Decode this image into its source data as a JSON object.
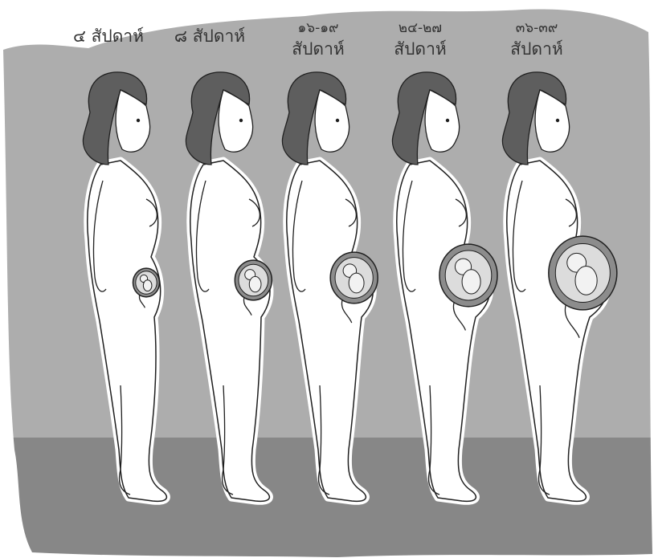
{
  "colors": {
    "wall": "#adadad",
    "floor": "#878787",
    "skin": "#ffffff",
    "outline": "#1f1f1f",
    "hair": "#5e5e5e",
    "womb": "#8c8c8c",
    "text": "#333333"
  },
  "stages": [
    {
      "range": "",
      "unit": "๔ สัปดาห์",
      "fetus_level": 1
    },
    {
      "range": "",
      "unit": "๘ สัปดาห์",
      "fetus_level": 2
    },
    {
      "range": "๑๖-๑๙",
      "unit": "สัปดาห์",
      "fetus_level": 3
    },
    {
      "range": "๒๔-๒๗",
      "unit": "สัปดาห์",
      "fetus_level": 4
    },
    {
      "range": "๓๖-๓๙",
      "unit": "สัปดาห์",
      "fetus_level": 5
    }
  ]
}
